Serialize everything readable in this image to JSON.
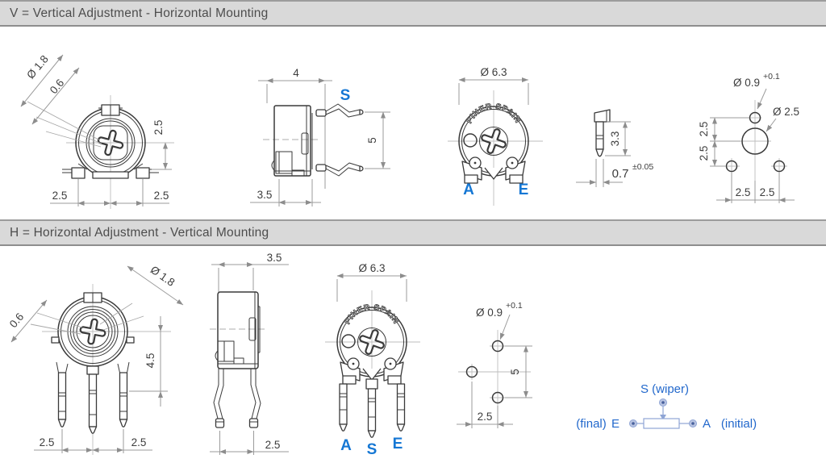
{
  "headers": {
    "v": "V = Vertical Adjustment - Horizontal Mounting",
    "h": "H = Horizontal Adjustment - Vertical Mounting"
  },
  "brand": "PIHER SPAIN",
  "colors": {
    "terminal_blue": "#1577d4",
    "schematic_blue": "#2268cc",
    "header_bg": "#d9d9d9",
    "drawing_line": "#3a3a3a",
    "dimension_line": "#9b9b9b"
  },
  "v_section": {
    "front_view": {
      "dim_shaft_dia": "Ø 1.8",
      "dim_slot": "0.6",
      "dim_center_to_pin": "2.5",
      "dim_pin_left": "2.5",
      "dim_pin_right": "2.5"
    },
    "side_view": {
      "dim_height": "4",
      "dim_pin_spacing": "5",
      "dim_body": "3.5",
      "terminal_s": "S"
    },
    "top_view": {
      "dim_dia": "Ø 6.3",
      "terminal_a": "A",
      "terminal_e": "E"
    },
    "pin_detail": {
      "dim_pin_length": "3.3",
      "dim_pin_width": "0.7",
      "pin_width_tol": "±0.05"
    },
    "hole_pattern": {
      "dim_pin_hole": "Ø 0.9",
      "pin_hole_tol": "+0.1",
      "dim_center_hole": "Ø 2.5",
      "dim_v_top": "2.5",
      "dim_v_bottom": "2.5",
      "dim_h_left": "2.5",
      "dim_h_right": "2.5"
    }
  },
  "h_section": {
    "front_view": {
      "dim_slot": "0.6",
      "dim_shaft_dia": "Ø 1.8",
      "dim_height": "4.5",
      "dim_pin_left": "2.5",
      "dim_pin_right": "2.5"
    },
    "side_view": {
      "dim_body": "3.5",
      "dim_pin_spacing": "2.5"
    },
    "top_view": {
      "dim_dia": "Ø 6.3",
      "terminal_a": "A",
      "terminal_s": "S",
      "terminal_e": "E"
    },
    "hole_pattern": {
      "dim_hole": "Ø 0.9",
      "hole_tol": "+0.1",
      "dim_v": "5",
      "dim_h": "2.5"
    },
    "schematic": {
      "wiper": "S (wiper)",
      "final": "(final)",
      "terminal_e": "E",
      "terminal_a": "A",
      "initial": "(initial)"
    }
  }
}
